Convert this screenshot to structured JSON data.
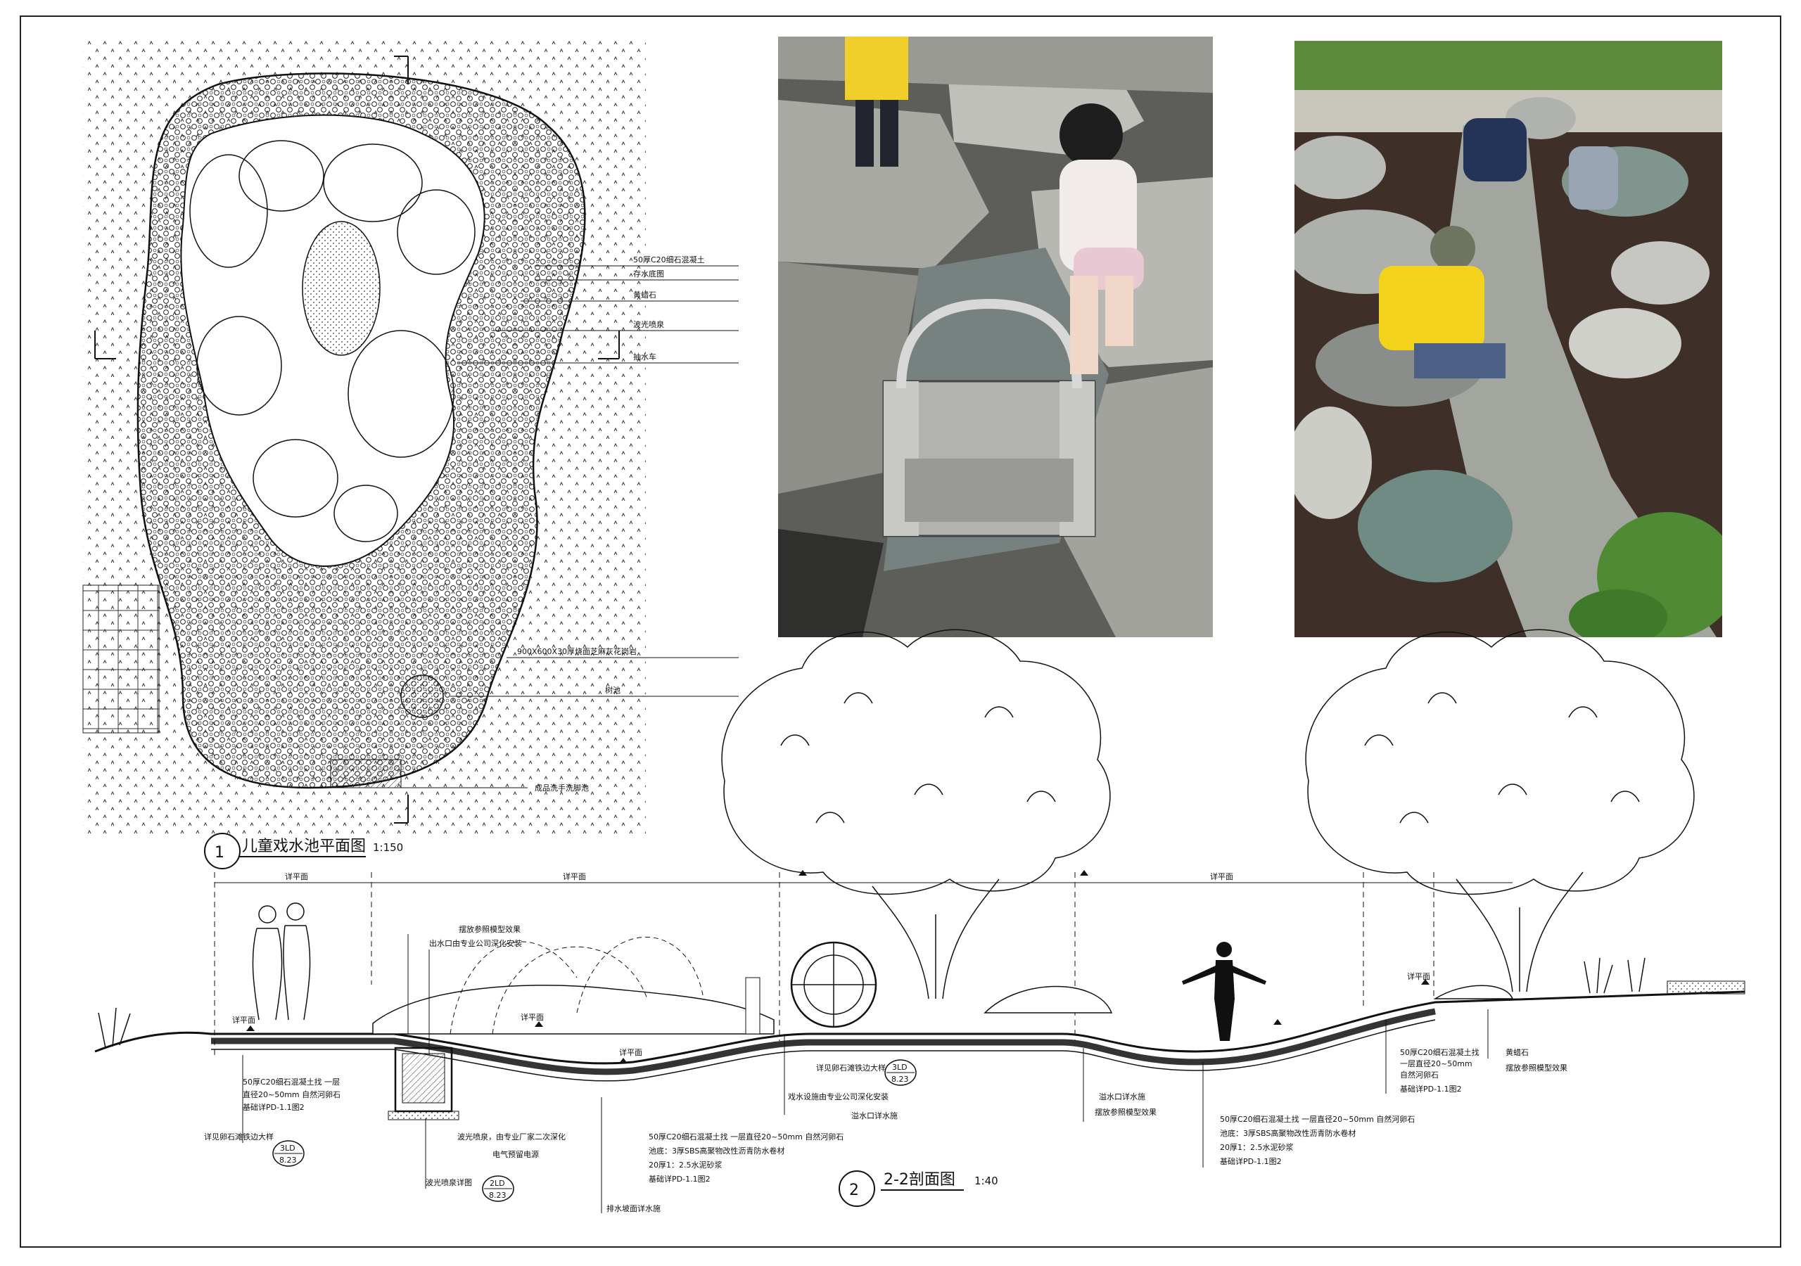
{
  "plan": {
    "number": "1",
    "title": "儿童戏水池平面图",
    "scale": "1:150",
    "labels": [
      "50厚C20细石混凝土",
      "存水底图",
      "黄蜡石",
      "波光喷泉",
      "抽水车",
      "900X600X30厚烧面芝麻灰花岗岩",
      "树池",
      "成品洗手洗脚池"
    ]
  },
  "section": {
    "number": "2",
    "title": "2-2剖面图",
    "scale": "1:40",
    "level_marks": [
      "详平面",
      "详平面",
      "详平面",
      "详平面",
      "详平面",
      "详平面",
      "详平面"
    ],
    "callouts_left": [
      "摆放参照模型效果",
      "出水口由专业公司深化安装",
      "50厚C20细石混凝土找 一层",
      "直径20~50mm 自然河卵石",
      "基础详PD-1.1图2",
      "详见卵石滩铁边大样",
      "波光喷泉，由专业厂家二次深化",
      "电气预留电源",
      "波光喷泉详图"
    ],
    "callouts_mid": [
      "50厚C20细石混凝土找 一层直径20~50mm 自然河卵石",
      "池底：3厚SBS高聚物改性沥青防水卷材",
      "20厚1：2.5水泥砂浆",
      "基础详PD-1.1图2",
      "排水坡面详水施",
      "详见卵石滩铁边大样",
      "戏水设施由专业公司深化安装",
      "溢水口详水施"
    ],
    "callouts_right": [
      "溢水口详水施",
      "摆放参照模型效果",
      "50厚C20细石混凝土找 一层直径20~50mm 自然河卵石",
      "池底：3厚SBS高聚物改性沥青防水卷材",
      "20厚1：2.5水泥砂浆",
      "基础详PD-1.1图2",
      "50厚C20细石混凝土找",
      "一层直径20~50mm",
      "自然河卵石",
      "基础详PD-1.1图2",
      "黄蜡石",
      "摆放参照模型效果"
    ],
    "detail_refs": [
      {
        "top": "3LD",
        "bottom": "8.23"
      },
      {
        "top": "3LD",
        "bottom": "8.23"
      },
      {
        "top": "2LD",
        "bottom": "8.23"
      }
    ]
  },
  "photos": [
    {
      "name": "water-gate-photo"
    },
    {
      "name": "rock-stream-photo"
    }
  ],
  "colors": {
    "line": "#111111",
    "paving": "#d9d9d9",
    "photo_gray": "#8a8a86",
    "shirt_yellow": "#f2d21a",
    "rock_gray": "#b7b9b6",
    "soil": "#3b2e26"
  }
}
